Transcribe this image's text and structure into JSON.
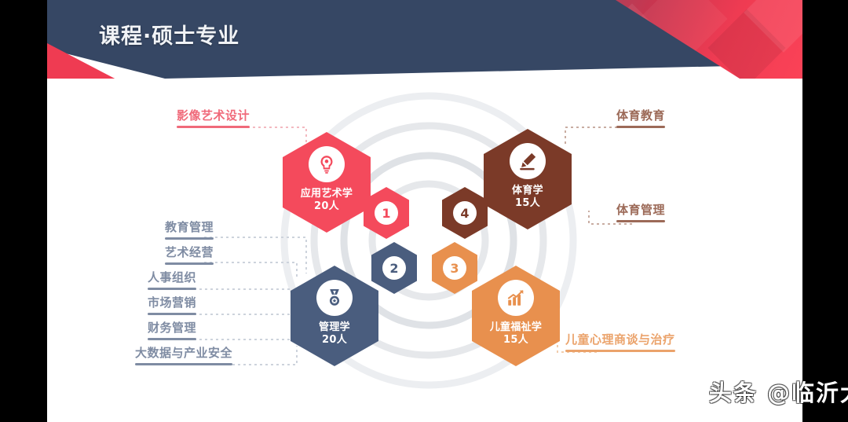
{
  "header": {
    "title": "课程·硕士专业"
  },
  "diagram": {
    "nodes": [
      {
        "id": "applied-art",
        "name": "应用艺术学",
        "quota": "20人",
        "number": "1",
        "color": "#f44a5c",
        "icon": "lightbulb-icon"
      },
      {
        "id": "physical-education",
        "name": "体育学",
        "quota": "15人",
        "number": "4",
        "color": "#7b3a28",
        "icon": "pencil-icon"
      },
      {
        "id": "management",
        "name": "管理学",
        "quota": "20人",
        "number": "2",
        "color": "#4a5d7e",
        "icon": "medal-icon"
      },
      {
        "id": "child-welfare",
        "name": "儿童福祉学",
        "quota": "15人",
        "number": "3",
        "color": "#e8904e",
        "icon": "growth-chart-icon"
      }
    ],
    "labels": {
      "top_left": "影像艺术设计",
      "top_right": "体育教育",
      "mid_right": "体育管理",
      "bottom_right": "儿童心理商谈与治疗",
      "left_list": [
        "教育管理",
        "艺术经营",
        "人事组织",
        "市场营销",
        "财务管理",
        "大数据与产业安全"
      ]
    }
  },
  "watermark": {
    "text": "头条 @临沂大学"
  }
}
